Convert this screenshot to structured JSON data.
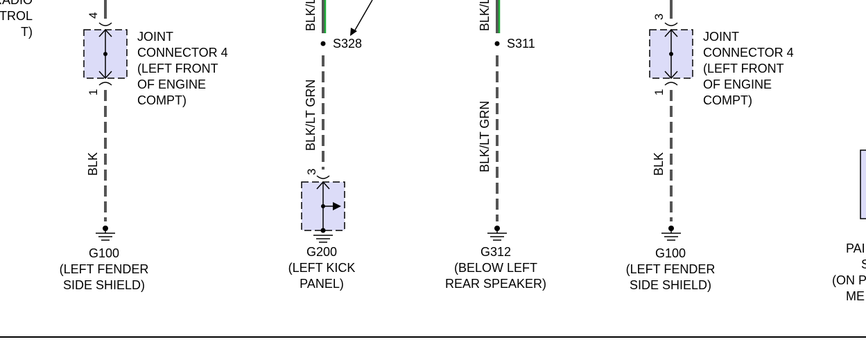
{
  "colors": {
    "wire": "#555555",
    "green_stripe": "#1fae3a",
    "connector_fill": "#dcdcf8",
    "line": "#000000"
  },
  "left_partial": {
    "lines": [
      "RADIO",
      "TROL",
      "T)"
    ]
  },
  "column1": {
    "pin_top": "4",
    "pin_bottom": "1",
    "connector_label": [
      "JOINT",
      "CONNECTOR 4",
      "(LEFT FRONT",
      "OF ENGINE",
      "COMPT)"
    ],
    "wire_label": "BLK",
    "ground_label": [
      "G100",
      "(LEFT FENDER",
      "SIDE SHIELD)"
    ]
  },
  "column2": {
    "wire_top_label": "BLK/L",
    "splice": "S328",
    "wire_label": "BLK/LT GRN",
    "pin": "3",
    "ground_label": [
      "G200",
      "(LEFT KICK",
      "PANEL)"
    ]
  },
  "column3": {
    "wire_top_label": "BLK/L",
    "splice": "S311",
    "wire_label": "BLK/LT GRN",
    "ground_label": [
      "G312",
      "(BELOW LEFT",
      "REAR SPEAKER)"
    ]
  },
  "column4": {
    "pin_top": "3",
    "pin_bottom": "1",
    "connector_label": [
      "JOINT",
      "CONNECTOR 4",
      "(LEFT FRONT",
      "OF ENGINE",
      "COMPT)"
    ],
    "wire_label": "BLK",
    "ground_label": [
      "G100",
      "(LEFT FENDER",
      "SIDE SHIELD)"
    ]
  },
  "right_partial": {
    "lines": [
      "PAI",
      "S",
      "(ON P",
      "ME"
    ]
  }
}
